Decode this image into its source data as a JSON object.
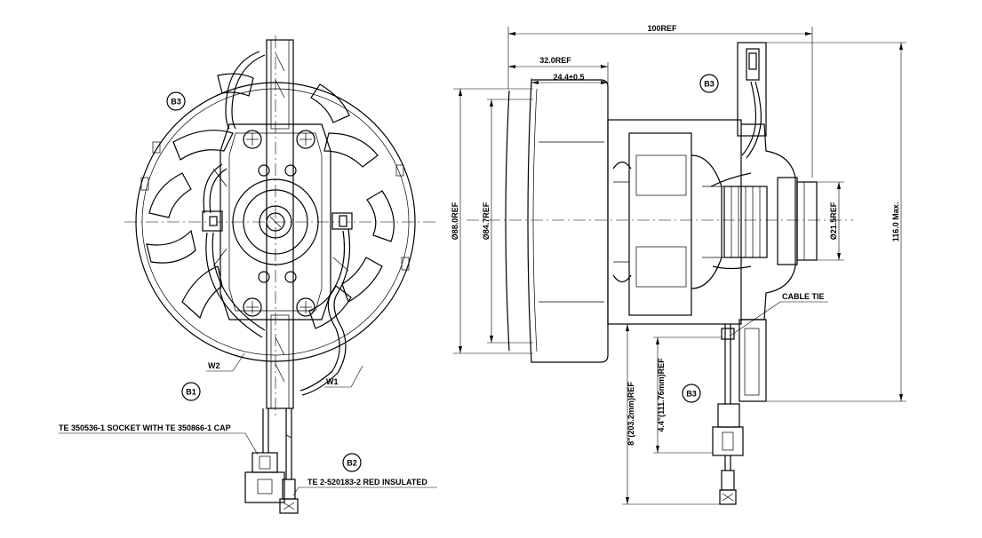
{
  "front_view": {
    "bubble_b3": "B3",
    "bubble_b1": "B1",
    "bubble_b2": "B2",
    "label_w1": "W1",
    "label_w2": "W2",
    "socket_note": "TE 350536-1 SOCKET WITH TE 350866-1 CAP",
    "terminal_note": "TE 2-520183-2 RED INSULATED"
  },
  "side_view": {
    "dim_overall_length": "100REF",
    "dim_fan_length": "32.0REF",
    "dim_fan_inner": "24.4±0.5",
    "dim_outer_dia": "Ø88.0REF",
    "dim_inner_dia": "Ø84.7REF",
    "dim_hub_dia": "Ø21.5REF",
    "dim_max_height": "116.0 Max.",
    "dim_lead_long": "8\"(203.2mm)REF",
    "dim_lead_short": "4.4\"(111.76mm)REF",
    "cable_tie_label": "CABLE TIE",
    "bubble_b3_top": "B3",
    "bubble_b3_bottom": "B3"
  },
  "colors": {
    "line": "#000000",
    "background": "#ffffff"
  }
}
